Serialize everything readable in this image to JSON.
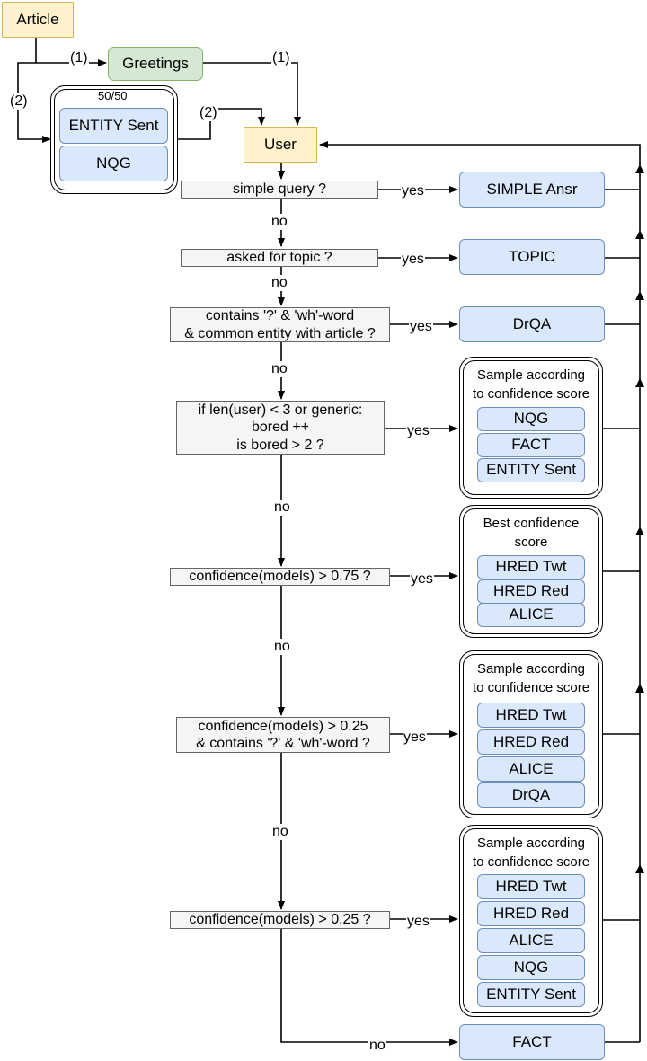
{
  "nodes": {
    "article": "Article",
    "greetings": "Greetings",
    "user": "User",
    "entity_sent": "ENTITY Sent",
    "nqg": "NQG",
    "simple_ansr": "SIMPLE Ansr",
    "topic": "TOPIC",
    "drqa": "DrQA",
    "fact": "FACT"
  },
  "greeting_group": {
    "ratio": "50/50"
  },
  "decisions": {
    "simple_query": "simple query ?",
    "asked_topic": "asked for topic ?",
    "contains_wh": [
      "contains '?' & 'wh'-word",
      "& common entity with article ?"
    ],
    "bored": [
      "if len(user) < 3 or generic:",
      "bored ++",
      "is bored > 2 ?"
    ],
    "conf_075": "confidence(models) > 0.75 ?",
    "conf_025_wh": [
      "confidence(models) > 0.25",
      "& contains '?' & 'wh'-word ?"
    ],
    "conf_025": "confidence(models) > 0.25 ?"
  },
  "groups": [
    {
      "title": [
        "Sample according",
        "to confidence score"
      ],
      "items": [
        "NQG",
        "FACT",
        "ENTITY Sent"
      ]
    },
    {
      "title": [
        "Best confidence",
        "score"
      ],
      "items": [
        "HRED Twt",
        "HRED Red",
        "ALICE"
      ]
    },
    {
      "title": [
        "Sample according",
        "to confidence score"
      ],
      "items": [
        "HRED Twt",
        "HRED Red",
        "ALICE",
        "DrQA"
      ]
    },
    {
      "title": [
        "Sample according",
        "to confidence score"
      ],
      "items": [
        "HRED Twt",
        "HRED Red",
        "ALICE",
        "NQG",
        "ENTITY Sent"
      ]
    }
  ],
  "edge_labels": {
    "one_a": "(1)",
    "one_b": "(1)",
    "two_a": "(2)",
    "two_b": "(2)",
    "yes": "yes",
    "no": "no"
  },
  "colors": {
    "yellow_fill": "#fff2cc",
    "yellow_stroke": "#d6b656",
    "green_fill": "#d5e8d4",
    "green_stroke": "#82b366",
    "blue_fill": "#dae8fc",
    "blue_stroke": "#6c8ebf",
    "decision_fill": "#f5f5f5",
    "decision_stroke": "#666666"
  }
}
